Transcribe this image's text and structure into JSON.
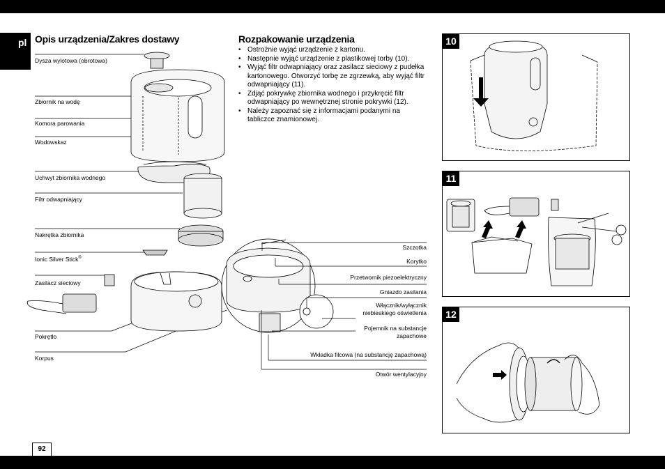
{
  "lang_tab": "pl",
  "left": {
    "heading": "Opis urządzenia/Zakres dostawy",
    "labels": {
      "nozzle": "Dysza wylotowa (obrotowa)",
      "tank": "Zbiornik na wodę",
      "chamber": "Komora parowania",
      "gauge": "Wodowskaz",
      "holder": "Uchwyt zbiornika wodnego",
      "filter": "Filtr odwapniający",
      "cap": "Nakrętka zbiornika",
      "ionic": "Ionic Silver Stick",
      "ionic_sup": "®",
      "adapter": "Zasilacz sieciowy",
      "knob": "Pokrętło",
      "body": "Korpus"
    },
    "right_labels": {
      "brush": "Szczotka",
      "trough": "Korytko",
      "transducer": "Przetwornik piezoelektryczny",
      "socket": "Gniazdo zasilania",
      "switch_1": "Włącznik/wyłącznik",
      "switch_2": "niebieskiego oświetlenia",
      "container_1": "Pojemnik na substancje",
      "container_2": "zapachowe",
      "felt": "Wkładka filcowa (na substancję zapachową)",
      "vent": "Otwór wentylacyjny"
    }
  },
  "unpack": {
    "heading": "Rozpakowanie urządzenia",
    "bullets": [
      "Ostrożnie wyjąć urządzenie z kartonu.",
      "Następnie wyjąć urządzenie z plastikowej torby (10).",
      "Wyjąć filtr odwapniający oraz zasilacz sieciowy z pudełka kartonowego. Otworzyć torbę ze zgrzewką, aby wyjąć filtr odwapniający (11).",
      "Zdjąć pokrywkę zbiornika wodnego i przykręcić filtr odwapniający po wewnętrznej stronie pokrywki (12).",
      "Należy zapoznać się z informacjami podanymi na tabliczce znamionowej."
    ]
  },
  "figures": [
    "10",
    "11",
    "12"
  ],
  "page_number": "92"
}
